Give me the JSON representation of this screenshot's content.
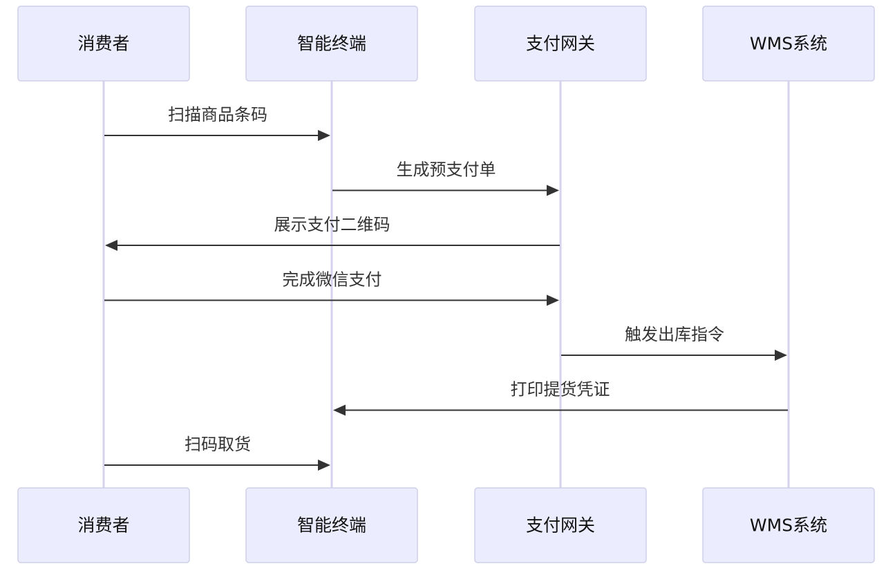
{
  "participants": [
    {
      "id": "consumer",
      "label": "消费者"
    },
    {
      "id": "terminal",
      "label": "智能终端"
    },
    {
      "id": "gateway",
      "label": "支付网关"
    },
    {
      "id": "wms",
      "label": "WMS系统"
    }
  ],
  "messages": [
    {
      "from": "consumer",
      "to": "terminal",
      "label": "扫描商品条码"
    },
    {
      "from": "terminal",
      "to": "gateway",
      "label": "生成预支付单"
    },
    {
      "from": "gateway",
      "to": "consumer",
      "label": "展示支付二维码"
    },
    {
      "from": "consumer",
      "to": "gateway",
      "label": "完成微信支付"
    },
    {
      "from": "gateway",
      "to": "wms",
      "label": "触发出库指令"
    },
    {
      "from": "wms",
      "to": "terminal",
      "label": "打印提货凭证"
    },
    {
      "from": "consumer",
      "to": "terminal",
      "label": "扫码取货"
    }
  ],
  "colors": {
    "actor_fill": "#ececff",
    "actor_stroke": "#cfcfe8",
    "lifeline": "#d7d2ee",
    "arrow": "#333333",
    "text": "#111111"
  }
}
